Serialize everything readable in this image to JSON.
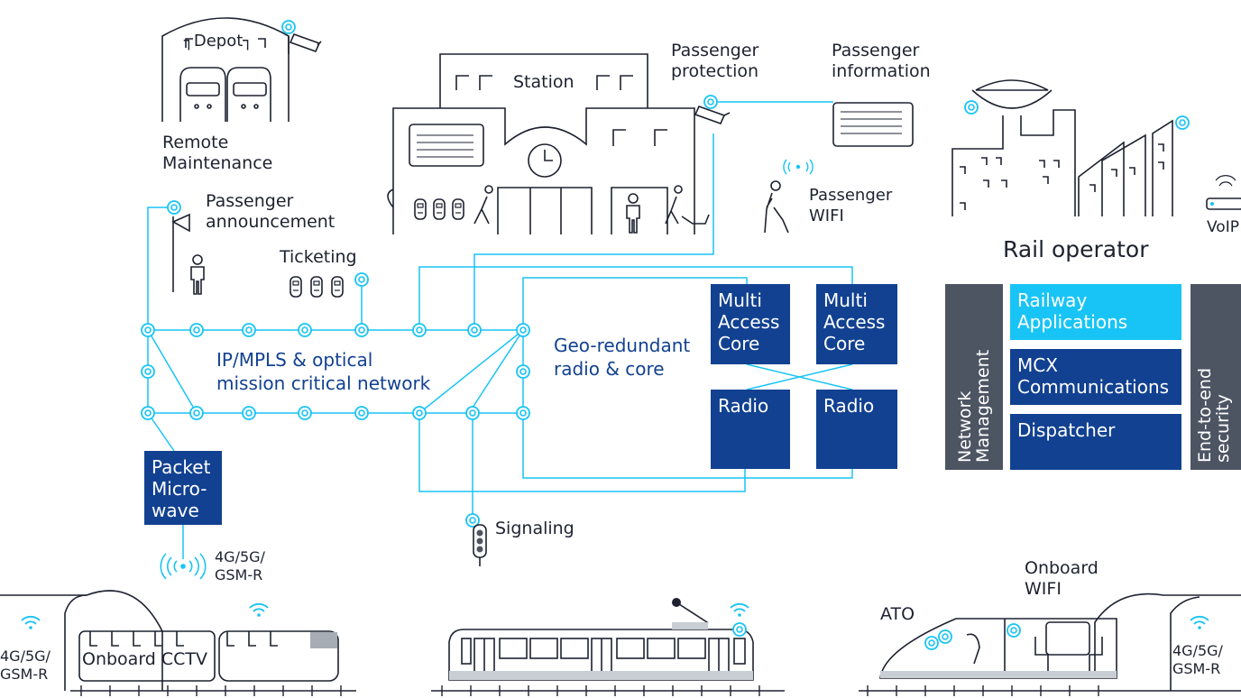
{
  "labels": {
    "depot": "Depot",
    "remote_maintenance_1": "Remote",
    "remote_maintenance_2": "Maintenance",
    "station": "Station",
    "passenger_protection_1": "Passenger",
    "passenger_protection_2": "protection",
    "passenger_information_1": "Passenger",
    "passenger_information_2": "information",
    "passenger_wifi_1": "Passenger",
    "passenger_wifi_2": "WIFI",
    "passenger_announcement_1": "Passenger",
    "passenger_announcement_2": "announcement",
    "ticketing": "Ticketing",
    "network_1": "IP/MPLS & optical",
    "network_2": "mission critical network",
    "geo_1": "Geo-redundant",
    "geo_2": "radio & core",
    "signaling": "Signaling",
    "radio_left_1": "4G/5G/",
    "radio_left_2": "GSM-R",
    "left_tunnel_1": "4G/5G/",
    "left_tunnel_2": "GSM-R",
    "onboard_cctv": "Onboard CCTV",
    "ato": "ATO",
    "onboard_wifi_1": "Onboard",
    "onboard_wifi_2": "WIFI",
    "right_tunnel_1": "4G/5G/",
    "right_tunnel_2": "GSM-R",
    "voip": "VoIP",
    "rail_operator": "Rail operator"
  },
  "boxes": {
    "packet_microwave": [
      "Packet",
      "Micro-",
      "wave"
    ],
    "mac_left": [
      "Multi",
      "Access",
      "Core"
    ],
    "mac_right": [
      "Multi",
      "Access",
      "Core"
    ],
    "radio_left": "Radio",
    "radio_right": "Radio",
    "railway_apps": [
      "Railway",
      "Applications"
    ],
    "mcx": [
      "MCX",
      "Communications"
    ],
    "dispatcher": "Dispatcher",
    "network_mgmt": [
      "Network",
      "Management"
    ],
    "e2e_security": [
      "End-to-end",
      "security"
    ]
  },
  "colors": {
    "accent": "#18c4f5",
    "brand": "#124191",
    "gray": "#4d5563",
    "ink": "#1e2230"
  }
}
